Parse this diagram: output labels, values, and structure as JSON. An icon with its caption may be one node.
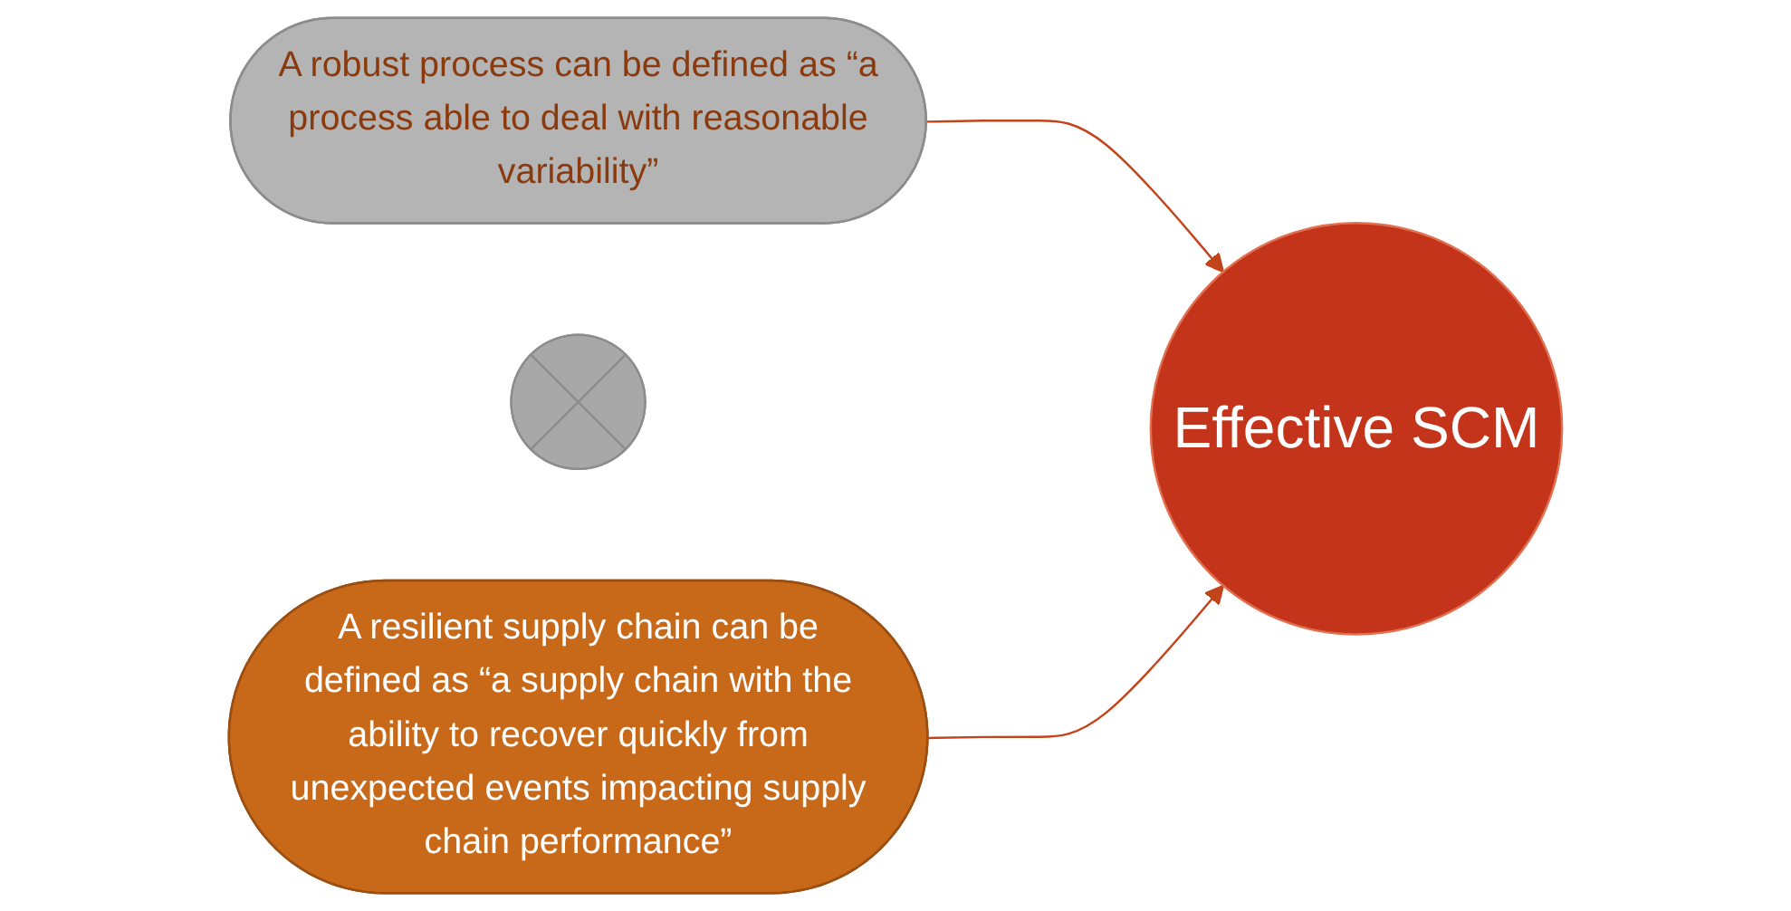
{
  "diagram": {
    "nodes": [
      {
        "text": [
          "A robust process can be defined as “a process able to deal with reasonable variability”"
        ]
      },
      {
        "text": [],
        "shape": "plus"
      },
      {
        "text": [
          "A resilient supply chain can be defined as “a supply chain with the ability to recover quickly from unexpected events impacting supply chain performance”"
        ]
      },
      {
        "text": [
          "Effective SCM"
        ]
      }
    ],
    "edges": [
      {
        "from": 0,
        "to": 3,
        "arrow": "to"
      },
      {
        "from": 2,
        "to": 3,
        "arrow": "to"
      }
    ]
  }
}
